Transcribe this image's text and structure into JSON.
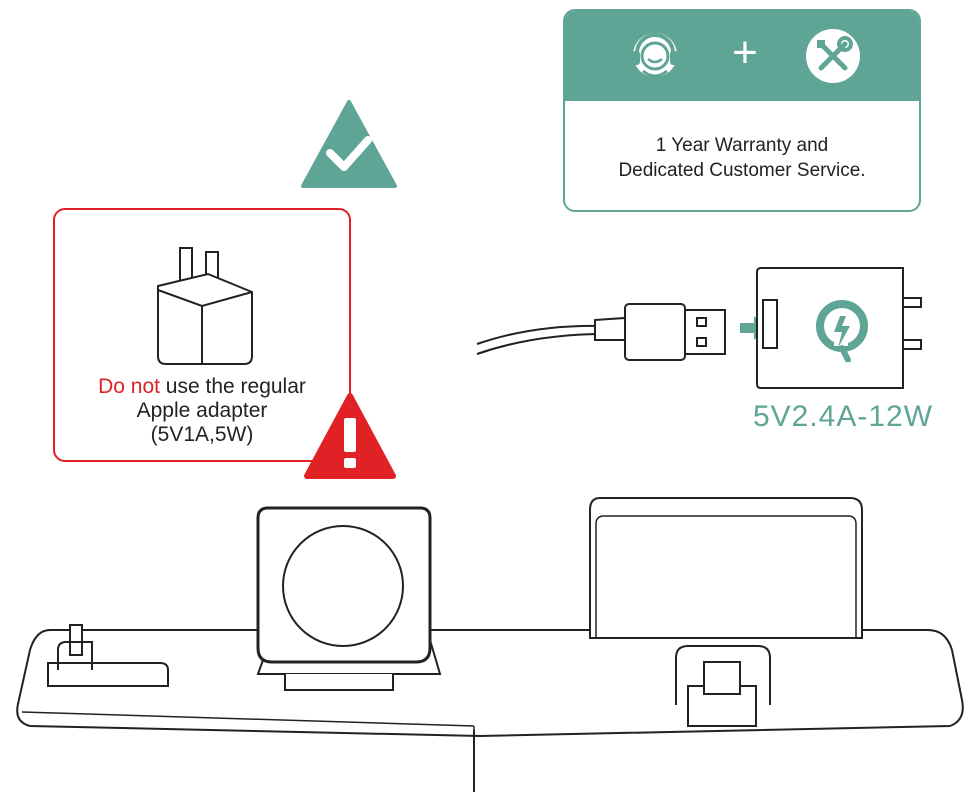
{
  "warranty": {
    "plus": "+",
    "line1": "1 Year Warranty and",
    "line2": "Dedicated Customer Service."
  },
  "warning": {
    "do_not": "Do not",
    "rest_line1": " use the regular",
    "line2": "Apple adapter",
    "line3": "(5V1A,5W)"
  },
  "adapter": {
    "spec": "5V2.4A-12W"
  },
  "icons": [
    "check-triangle-icon",
    "headset-support-icon",
    "tools-icon",
    "alert-triangle-icon",
    "quick-charge-icon",
    "arrow-right-icon"
  ],
  "colors": {
    "accent": "#5fa596",
    "warning": "#e02227"
  }
}
